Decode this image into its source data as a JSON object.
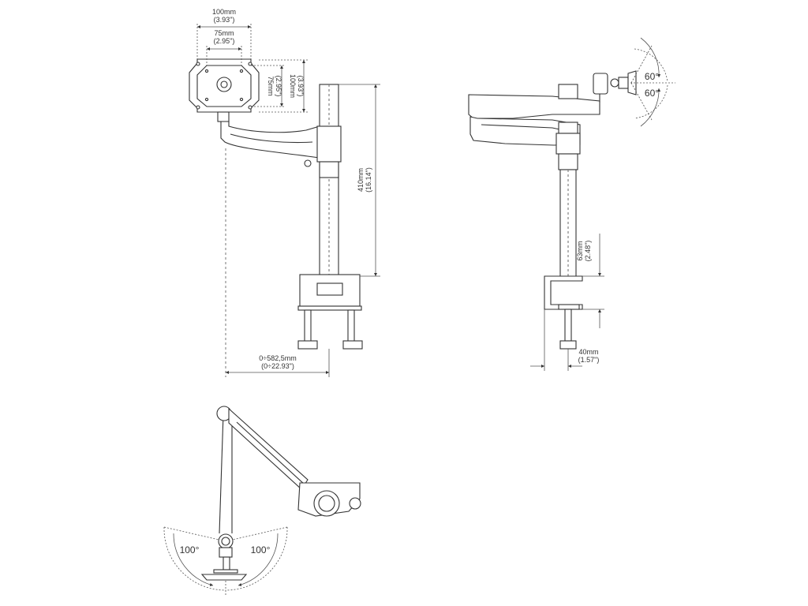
{
  "diagram": {
    "front_view": {
      "vesa_outer_width": "100mm",
      "vesa_outer_width_in": "(3.93\")",
      "vesa_inner_width": "75mm",
      "vesa_inner_width_in": "(2.95\")",
      "vesa_inner_height": "75mm",
      "vesa_inner_height_in": "(2.95\")",
      "vesa_outer_height": "100mm",
      "vesa_outer_height_in": "(3.93\")",
      "pole_height": "410mm",
      "pole_height_in": "(16.14\")",
      "arm_reach": "0÷582,5mm",
      "arm_reach_in": "(0÷22.93\")"
    },
    "side_view": {
      "tilt_up": "60°",
      "tilt_down": "60°",
      "clamp_height": "63mm",
      "clamp_height_in": "(2.48\")",
      "clamp_depth": "40mm",
      "clamp_depth_in": "(1.57\")"
    },
    "top_view": {
      "rotation_left": "100°",
      "rotation_right": "100°"
    },
    "colors": {
      "line": "#333333",
      "dim_line": "#555555",
      "fill": "#ffffff",
      "dotted": "#777777"
    }
  }
}
